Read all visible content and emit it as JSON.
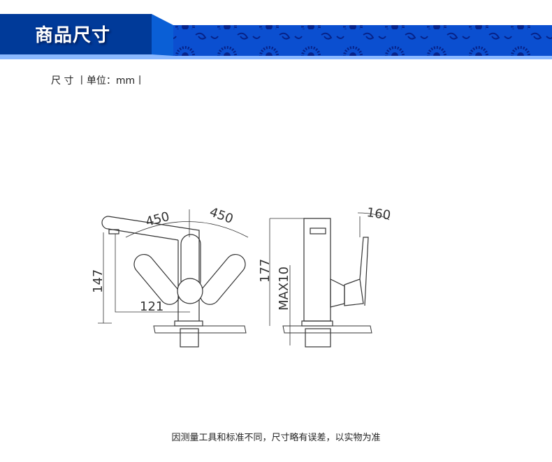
{
  "header": {
    "title": "商品尺寸"
  },
  "size_label": "尺 寸 丨单位：mm丨",
  "dimensions": {
    "swivel_left": "450",
    "swivel_right": "450",
    "height_spout": "147",
    "reach": "121",
    "height_total": "177",
    "max_deck": "MAX10",
    "handle_swing": "160"
  },
  "footer": {
    "note": "因测量工具和标准不同，尺寸略有误差，以实物为准"
  },
  "colors": {
    "banner_dark": "#003a99",
    "banner_mid": "#0a5fd6",
    "banner_light": "#8ab8ff"
  }
}
